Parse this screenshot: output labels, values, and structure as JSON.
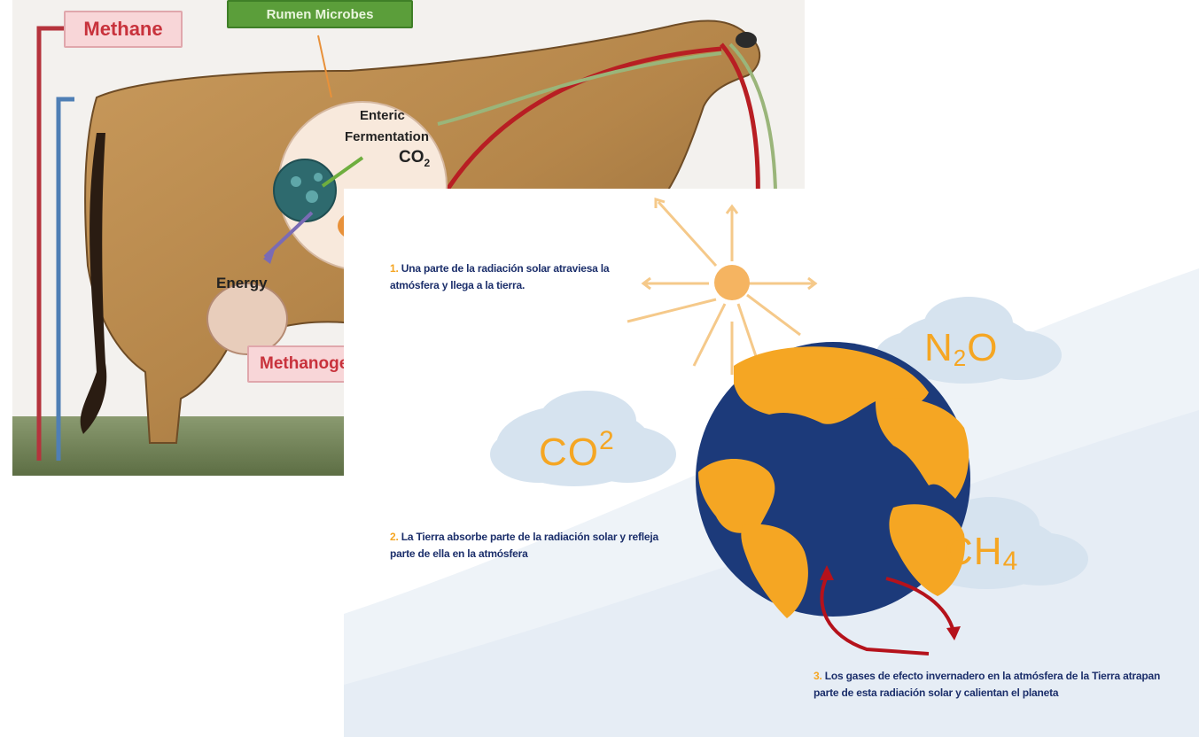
{
  "cow_diagram": {
    "labels": {
      "methane": "Methane",
      "rumen_microbes": "Rumen Microbes",
      "enteric": "Enteric",
      "fermentation": "Fermentation",
      "co2_main": "CO",
      "co2_sub": "2",
      "energy": "Energy",
      "methanogens": "Methanogens"
    }
  },
  "greenhouse_diagram": {
    "step1": {
      "number": "1.",
      "text": "Una parte de la radiación solar atraviesa la atmósfera y llega a la tierra."
    },
    "step2": {
      "number": "2.",
      "text": "La Tierra absorbe parte de la radiación solar y refleja parte de ella en la atmósfera"
    },
    "step3": {
      "number": "3.",
      "text": "Los gases de efecto invernadero en la atmósfera de la Tierra atrapan parte de esta radiación solar y calientan el planeta"
    },
    "gases": {
      "co2_main": "CO",
      "co2_sup": "2",
      "n2o_a": "N",
      "n2o_sub": "2",
      "n2o_b": "O",
      "ch4_main": "CH",
      "ch4_sub": "4"
    }
  },
  "colors": {
    "orange": "#f5a623",
    "navy": "#1c2f6b",
    "arrow_red": "#b5121b",
    "cloud": "#d6e3ef"
  },
  "icons": [
    "sun-icon",
    "earth-globe-icon",
    "cloud-icon"
  ]
}
